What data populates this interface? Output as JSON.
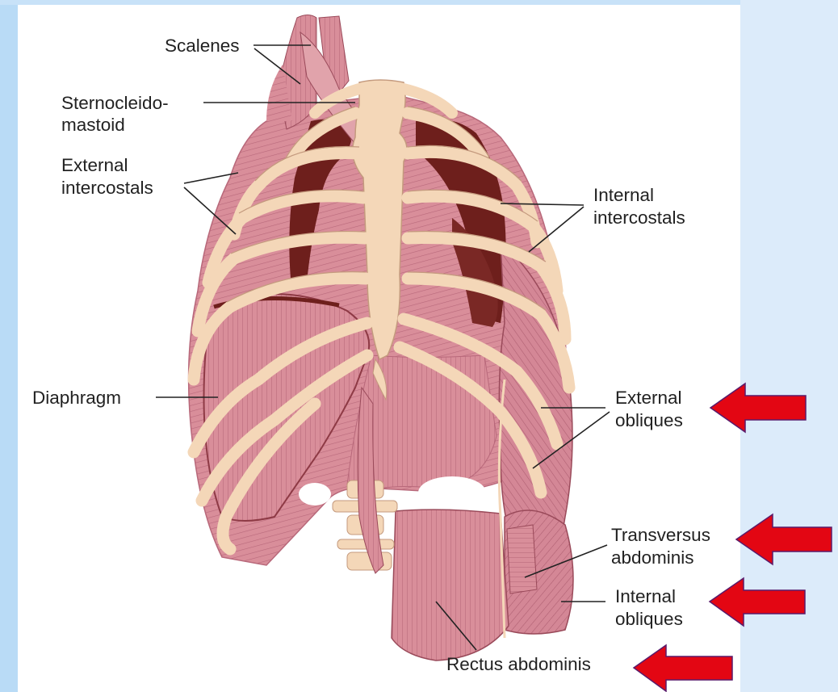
{
  "colors": {
    "frame_left": "#b9dbf6",
    "frame_right": "#dcebfa",
    "canvas": "#ffffff",
    "bone": "#f4d7b8",
    "bone_edge": "#c49a7e",
    "muscle": "#d98e9a",
    "muscle_dark": "#b8687a",
    "muscle_light": "#e8aab2",
    "cavity": "#6e1f1c",
    "arrow": "#e30613",
    "arrow_edge": "#5a1a6a",
    "text": "#222222"
  },
  "labels": {
    "scalenes": "Scalenes",
    "sternocleido_line1": "Sternocleido-",
    "sternocleido_line2": "mastoid",
    "external_intercostals_line1": "External",
    "external_intercostals_line2": "intercostals",
    "internal_intercostals_line1": "Internal",
    "internal_intercostals_line2": "intercostals",
    "diaphragm": "Diaphragm",
    "external_obliques_line1": "External",
    "external_obliques_line2": "obliques",
    "transversus_line1": "Transversus",
    "transversus_line2": "abdominis",
    "internal_obliques_line1": "Internal",
    "internal_obliques_line2": "obliques",
    "rectus_abdominis": "Rectus abdominis"
  },
  "highlighted_muscles": [
    "external-obliques",
    "transversus-abdominis",
    "internal-obliques",
    "rectus-abdominis"
  ]
}
